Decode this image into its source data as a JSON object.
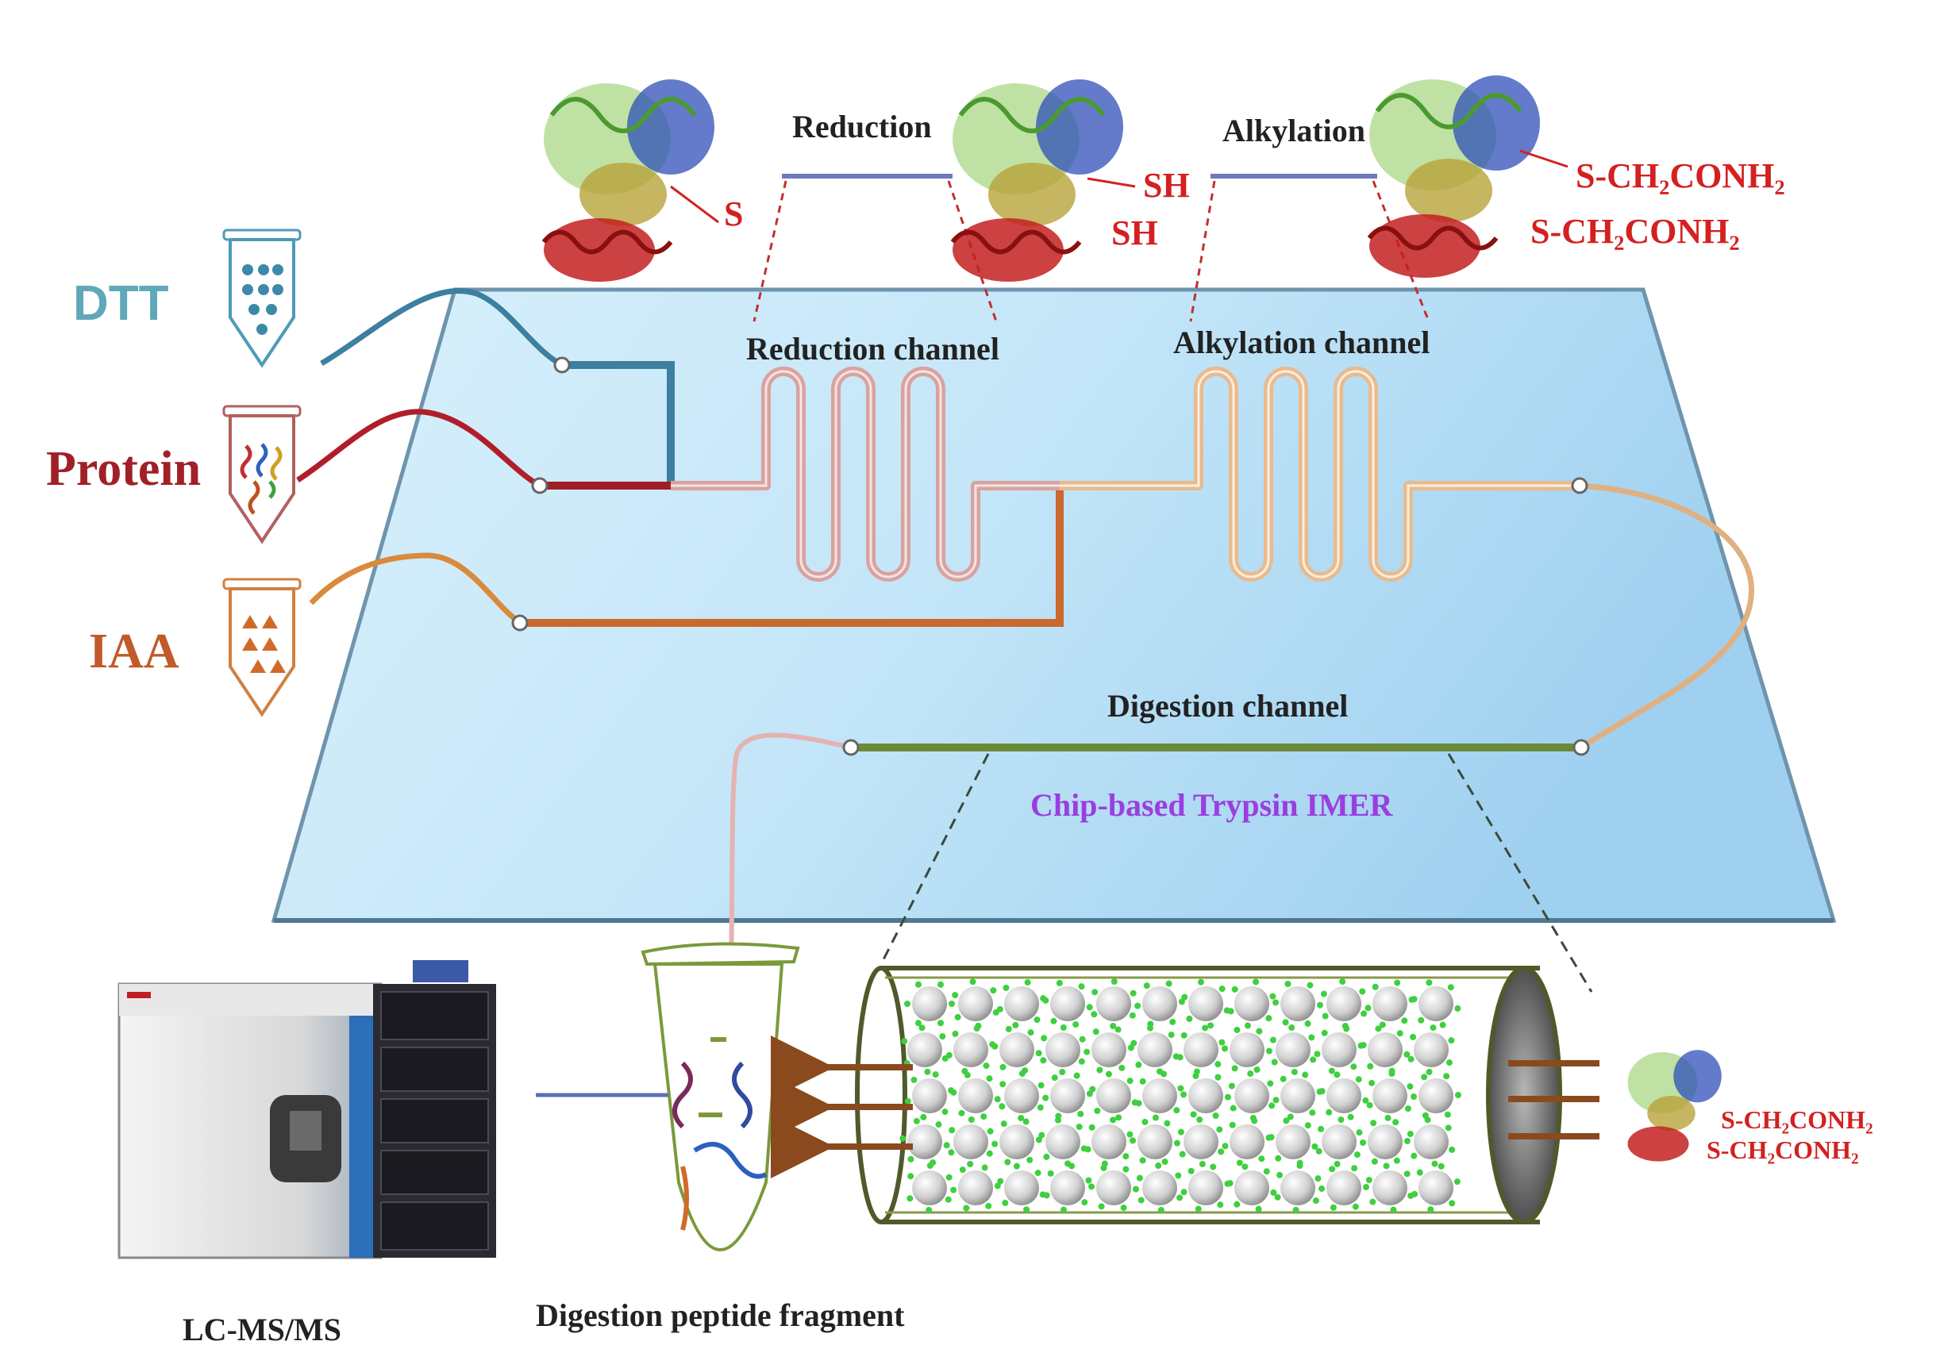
{
  "reagents": {
    "dtt": "DTT",
    "protein": "Protein",
    "iaa": "IAA"
  },
  "steps": {
    "reduction": "Reduction",
    "alkylation": "Alkylation"
  },
  "channels": {
    "reduction": "Reduction channel",
    "alkylation": "Alkylation channel",
    "digestion": "Digestion channel"
  },
  "chip": {
    "label": "Chip-based Trypsin IMER"
  },
  "chemistry": {
    "disulfide": "S",
    "thiol_1": "SH",
    "thiol_2": "SH",
    "alkylated_1": "S-CH₂CONH₂",
    "alkylated_2": "S-CH₂CONH₂",
    "small_alkylated_1": "S-CH₂CONH₂",
    "small_alkylated_2": "S-CH₂CONH₂"
  },
  "outputs": {
    "peptides": "Digestion peptide fragment",
    "instrument": "LC-MS/MS"
  },
  "colors": {
    "chip": "#bfe3f7",
    "dtt": "#3d7fa0",
    "protein": "#b01e2a",
    "iaa": "#d06a2a",
    "reduction_channel": "#d9a2a0",
    "alkylation_channel": "#e8bb8e",
    "digestion_channel": "#6a8a3a",
    "label_dtt": "#5fa8b8",
    "label_protein": "#a02028",
    "label_iaa": "#c05a28",
    "label_chip": "#9a3ee0",
    "chem_red": "#d42020"
  }
}
